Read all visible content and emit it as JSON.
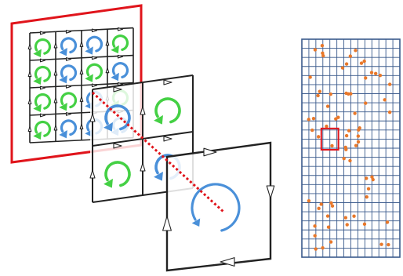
{
  "figure": {
    "background": "#ffffff",
    "colors": {
      "frame_red": "#e0141b",
      "grid_blue": "#3a5a8c",
      "arrow_blue": "#4a90d9",
      "arrow_green": "#44d044",
      "dot_orange": "#e8782a",
      "wire_black": "#222222"
    },
    "small_panel": {
      "rows": 4,
      "cols": 4,
      "circulation_colors": [
        [
          "green",
          "blue",
          "blue",
          "green"
        ],
        [
          "green",
          "blue",
          "green",
          "blue"
        ],
        [
          "green",
          "green",
          "blue",
          "green"
        ],
        [
          "green",
          "blue",
          "blue",
          "blue"
        ]
      ]
    },
    "middle_panel": {
      "rows": 2,
      "cols": 2,
      "circulation_colors": [
        [
          "blue",
          "green"
        ],
        [
          "green",
          "blue"
        ]
      ]
    },
    "large_panel": {
      "rows": 1,
      "cols": 1,
      "circulation_colors": [
        [
          "blue"
        ]
      ]
    },
    "right_grid": {
      "rows": 24,
      "cols": 14,
      "highlight_cell": {
        "row": 10,
        "col": 3
      },
      "particle_count": 70
    }
  }
}
